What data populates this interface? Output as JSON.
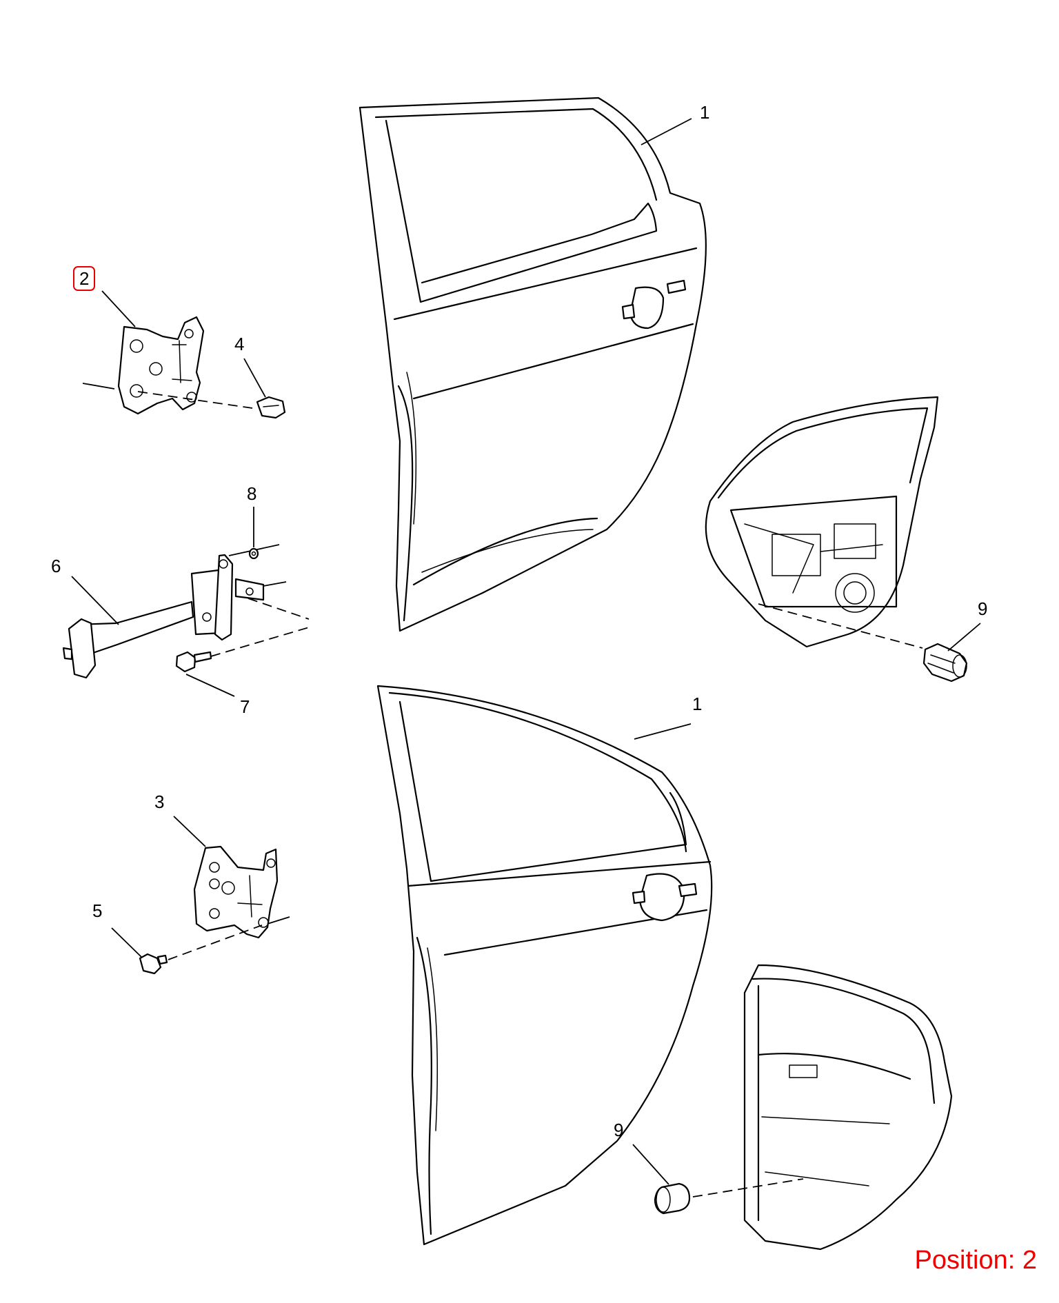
{
  "callouts": {
    "door_top": "1",
    "door_bottom": "1",
    "upper_hinge": "2",
    "lower_hinge": "3",
    "hinge_bolt_upper": "4",
    "hinge_bolt_lower": "5",
    "door_check": "6",
    "check_bolt": "7",
    "check_nut": "8",
    "bumper_top": "9",
    "bumper_bottom": "9"
  },
  "highlighted_callout": "2",
  "position": {
    "label": "Position: 2"
  },
  "colors": {
    "highlight": "#e60000",
    "position_text": "#ee0000",
    "line": "#000000",
    "background": "#ffffff"
  }
}
